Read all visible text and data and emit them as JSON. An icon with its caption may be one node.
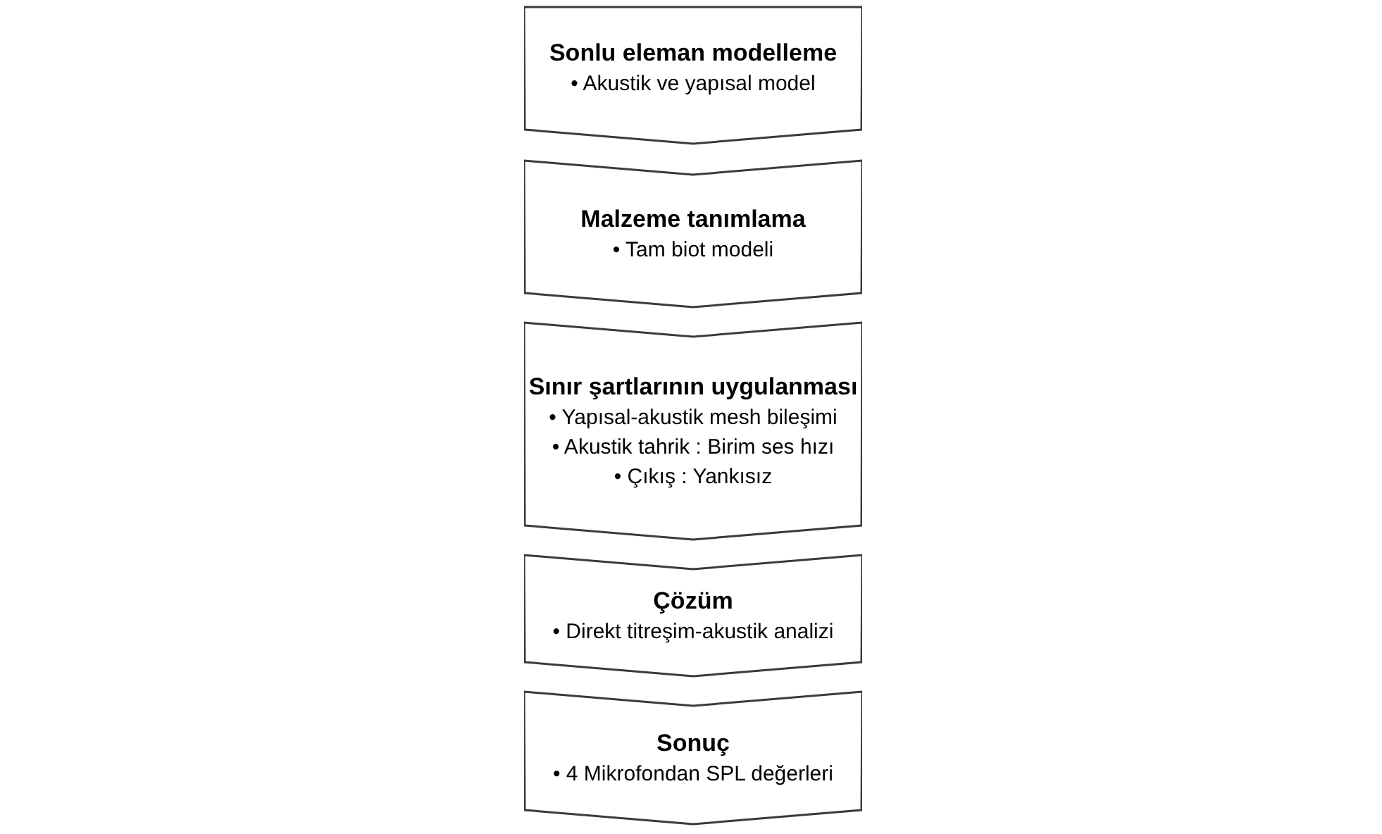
{
  "diagram": {
    "nodes": [
      {
        "text": [
          "Sonlu eleman modelleme",
          "• Akustik ve yapısal model"
        ]
      },
      {
        "text": [
          "Malzeme tanımlama",
          "• Tam biot modeli"
        ]
      },
      {
        "text": [
          "Sınır şartlarının uygulanması",
          "• Yapısal-akustik mesh bileşimi",
          "• Akustik tahrik : Birim ses hızı",
          "• Çıkış : Yankısız"
        ]
      },
      {
        "text": [
          "Çözüm",
          "• Direkt titreşim-akustik analizi"
        ]
      },
      {
        "text": [
          "Sonuç",
          "• 4 Mikrofondan SPL değerleri"
        ]
      }
    ]
  }
}
